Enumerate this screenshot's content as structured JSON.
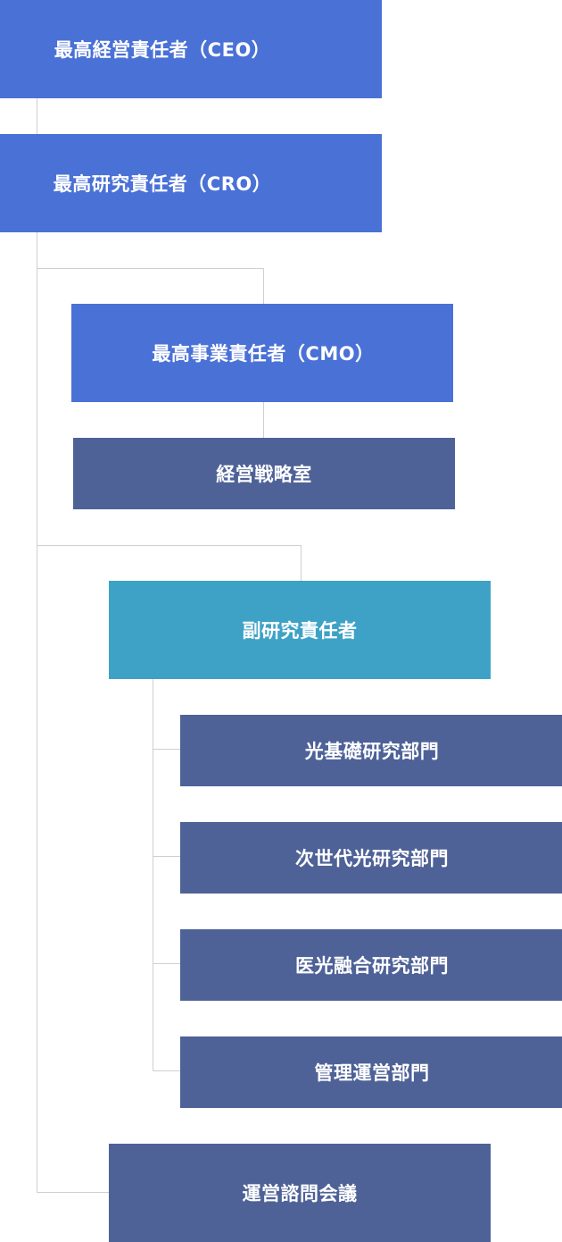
{
  "colors": {
    "executive": "#4a71d6",
    "vice": "#3ea2c6",
    "department": "#4e6298",
    "connector": "#cfcfcf"
  },
  "org": {
    "ceo": "最高経営責任者（CEO）",
    "cro": "最高研究責任者（CRO）",
    "cmo": "最高事業責任者（CMO）",
    "strategy_office": "経営戦略室",
    "vice_research": "副研究責任者",
    "divisions": [
      "光基礎研究部門",
      "次世代光研究部門",
      "医光融合研究部門",
      "管理運営部門"
    ],
    "advisory": "運営諮問会議"
  }
}
